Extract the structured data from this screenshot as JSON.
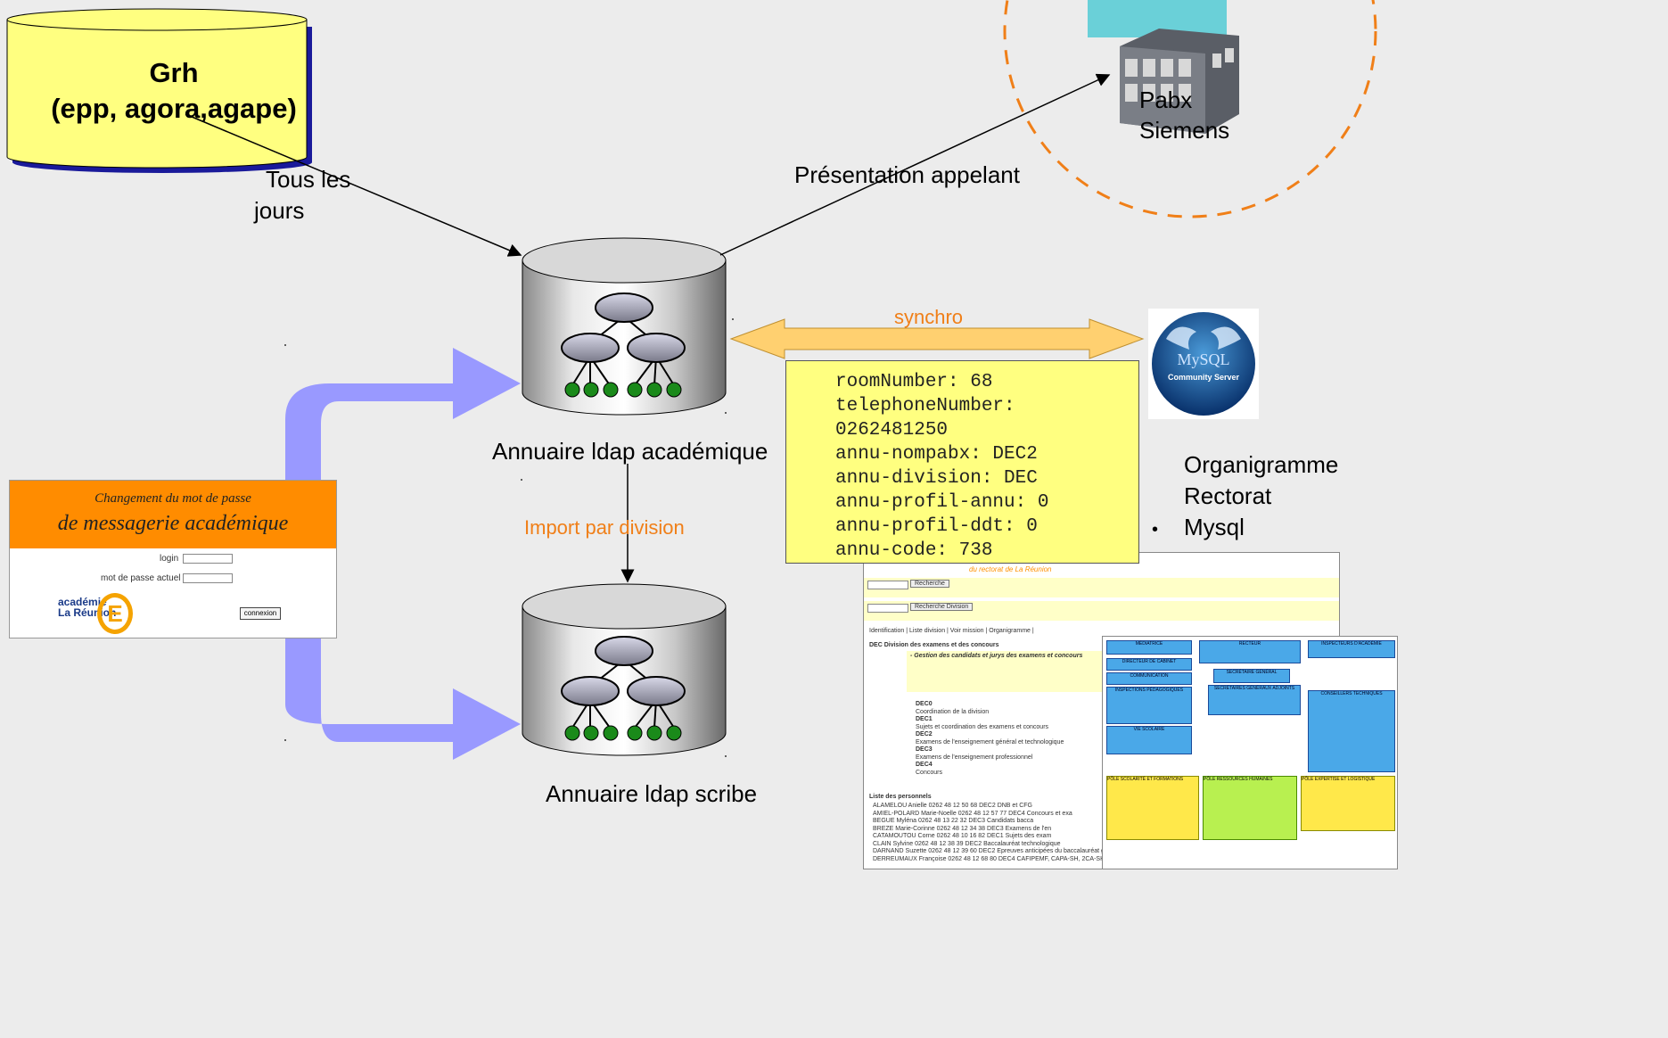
{
  "grh": {
    "line1": "Grh",
    "line2": "(epp, agora,agape)"
  },
  "labels": {
    "tous_les_jours_1": "Tous les",
    "tous_les_jours_2": "jours",
    "presentation": "Présentation appelant",
    "pabx_1": "Pabx",
    "pabx_2": "Siemens",
    "synchro": "synchro",
    "annuaire_academique": "Annuaire ldap académique",
    "import_division": "Import par division",
    "annuaire_scribe": "Annuaire ldap scribe"
  },
  "ldap_entry": [
    "roomNumber: 68",
    "telephoneNumber:",
    "0262481250",
    "annu-nompabx: DEC2",
    "annu-division: DEC",
    "annu-profil-annu: 0",
    "annu-profil-ddt: 0",
    "annu-code: 738"
  ],
  "bullets": [
    "Organigramme",
    "Rectorat",
    "Mysql"
  ],
  "mysql_logo": {
    "text": "MySQL",
    "sub": "Community Server"
  },
  "login": {
    "title1": "Changement du mot de passe",
    "title2": "de messagerie académique",
    "login_label": "login",
    "password_label": "mot de passe actuel",
    "button": "connexion",
    "logo1": "académie",
    "logo2": "La Réunion",
    "logo_e": "E"
  },
  "web": {
    "title": "Annuaire",
    "subtitle": "du rectorat de La Réunion",
    "search_btn": "Recherche",
    "search_div_btn": "Recherche Division",
    "nav": "Identification | Liste division | Voir mission | Organigramme |",
    "section": "DEC Division des examens et des concours",
    "mission": "- Gestion des candidats et jurys des examens et concours",
    "divisions": [
      "DEC0",
      "DEC1",
      "DEC2",
      "DEC3",
      "DEC4"
    ],
    "div_desc": [
      "Coordination de la division",
      "Sujets et coordination des examens et concours",
      "Examens de l'enseignement général et technologique",
      "Examens de l'enseignement professionnel",
      "Concours"
    ],
    "staff_title": "Liste des personnels",
    "staff": [
      "ALAMELOU Anielle 0262 48 12 50 68 DEC2 DNB et CFG",
      "AMIEL-POLARD Marie-Noelle 0262 48 12 57 77 DEC4 Concours et exa",
      "BEGUE Myléna 0262 48 13 22 32 DEC3 Candidats bacca",
      "BREZE Marie-Corinne 0262 48 12 34 38 DEC3 Examens de l'en",
      "CATAMOUTOU Corne 0262 48 10 16 82 DEC1 Sujets des exam",
      "CLAIN Sylvine 0262 48 12 38 39 DEC2 Baccalauréat technologique",
      "DARNAND Suzette 0262 48 12 39 60 DEC2 Epreuves anticipées du baccalauréat général et technologique",
      "DERREUMAUX Françoise 0262 48 12 68 80 DEC4 CAFIPEMF, CAPA-SH, 2CA-SH, DDEAS"
    ]
  },
  "org": {
    "boxes": [
      "MÉDIATRICE",
      "RECTEUR",
      "INSPECTEURS D'ACADÉMIE",
      "DIRECTEUR DE CABINET",
      "SECRÉTAIRE GÉNÉRAL",
      "COMMUNICATION",
      "INSPECTIONS PÉDAGOGIQUES",
      "SECRÉTAIRES GÉNÉRAUX ADJOINTS",
      "CONSEILLERS TECHNIQUES",
      "VIE SCOLAIRE"
    ],
    "poles": [
      "PÔLE SCOLARITÉ ET FORMATIONS",
      "PÔLE RESSOURCES HUMAINES",
      "PÔLE EXPERTISE ET LOGISTIQUE"
    ]
  },
  "colors": {
    "arrow_fill": "#9999ff",
    "synchro_fill": "#ffd070",
    "note_bg": "#ffff80",
    "dashed_circle": "#f07f18",
    "grh_fill": "#ffff80"
  }
}
